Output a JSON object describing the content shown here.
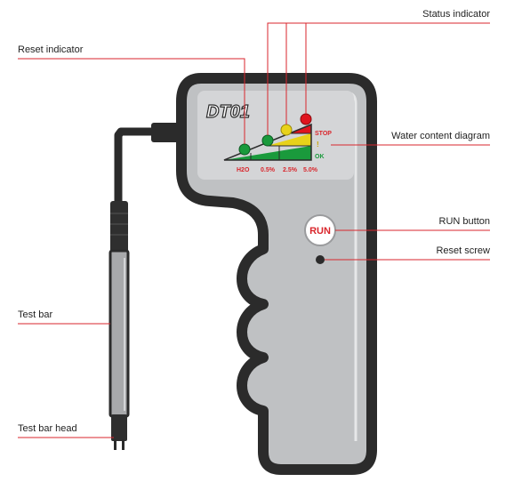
{
  "device": {
    "model": "DT01",
    "run_label": "RUN",
    "scale_labels": [
      "H2O",
      "0.5%",
      "2.5%",
      "5.0%"
    ],
    "stop_label": "STOP",
    "warn_label": "!",
    "ok_label": "OK"
  },
  "callouts": {
    "status_indicator": "Status indicator",
    "reset_indicator": "Reset indicator",
    "water_content_diagram": "Water content diagram",
    "run_button": "RUN button",
    "reset_screw": "Reset screw",
    "test_bar": "Test bar",
    "test_bar_head": "Test bar head"
  },
  "colors": {
    "body_outline": "#2b2b2b",
    "body_fill": "#bfc1c3",
    "panel_fill": "#d7d8da",
    "led_green": "#1a9a3c",
    "led_yellow": "#e8d21a",
    "led_red": "#e0141e",
    "callout_line": "#d9262c",
    "label_red": "#d9262c",
    "label_green": "#1a9a3c"
  }
}
